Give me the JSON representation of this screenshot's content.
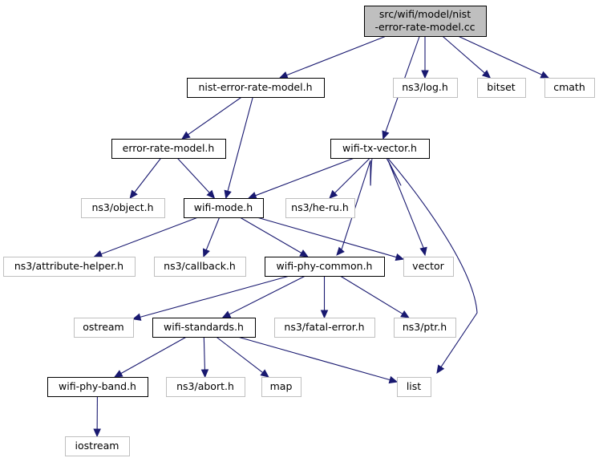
{
  "nodes": {
    "main": {
      "lines": [
        "src/wifi/model/nist",
        "-error-rate-model.cc"
      ],
      "kind": "main"
    },
    "nist_h": {
      "lines": [
        "nist-error-rate-model.h"
      ],
      "kind": "local"
    },
    "log_h": {
      "lines": [
        "ns3/log.h"
      ],
      "kind": "system"
    },
    "bitset": {
      "lines": [
        "bitset"
      ],
      "kind": "system"
    },
    "cmath": {
      "lines": [
        "cmath"
      ],
      "kind": "system"
    },
    "erm_h": {
      "lines": [
        "error-rate-model.h"
      ],
      "kind": "local"
    },
    "wtv_h": {
      "lines": [
        "wifi-tx-vector.h"
      ],
      "kind": "local"
    },
    "object_h": {
      "lines": [
        "ns3/object.h"
      ],
      "kind": "system"
    },
    "mode_h": {
      "lines": [
        "wifi-mode.h"
      ],
      "kind": "local"
    },
    "heru_h": {
      "lines": [
        "ns3/he-ru.h"
      ],
      "kind": "system"
    },
    "attr_h": {
      "lines": [
        "ns3/attribute-helper.h"
      ],
      "kind": "system"
    },
    "callback_h": {
      "lines": [
        "ns3/callback.h"
      ],
      "kind": "system"
    },
    "common_h": {
      "lines": [
        "wifi-phy-common.h"
      ],
      "kind": "local"
    },
    "vector": {
      "lines": [
        "vector"
      ],
      "kind": "system"
    },
    "ostream": {
      "lines": [
        "ostream"
      ],
      "kind": "system"
    },
    "std_h": {
      "lines": [
        "wifi-standards.h"
      ],
      "kind": "local"
    },
    "fatal_h": {
      "lines": [
        "ns3/fatal-error.h"
      ],
      "kind": "system"
    },
    "ptr_h": {
      "lines": [
        "ns3/ptr.h"
      ],
      "kind": "system"
    },
    "band_h": {
      "lines": [
        "wifi-phy-band.h"
      ],
      "kind": "local"
    },
    "abort_h": {
      "lines": [
        "ns3/abort.h"
      ],
      "kind": "system"
    },
    "map": {
      "lines": [
        "map"
      ],
      "kind": "system"
    },
    "list": {
      "lines": [
        "list"
      ],
      "kind": "system"
    },
    "iostream": {
      "lines": [
        "iostream"
      ],
      "kind": "system"
    }
  },
  "edges": [
    [
      "main",
      "nist_h"
    ],
    [
      "main",
      "log_h"
    ],
    [
      "main",
      "bitset"
    ],
    [
      "main",
      "cmath"
    ],
    [
      "main",
      "wtv_h"
    ],
    [
      "nist_h",
      "erm_h"
    ],
    [
      "nist_h",
      "mode_h"
    ],
    [
      "erm_h",
      "object_h"
    ],
    [
      "erm_h",
      "mode_h"
    ],
    [
      "wtv_h",
      "mode_h"
    ],
    [
      "wtv_h",
      "heru_h"
    ],
    [
      "wtv_h",
      "common_h"
    ],
    [
      "wtv_h",
      "vector"
    ],
    [
      "wtv_h",
      "list"
    ],
    [
      "mode_h",
      "attr_h"
    ],
    [
      "mode_h",
      "callback_h"
    ],
    [
      "mode_h",
      "common_h"
    ],
    [
      "mode_h",
      "vector"
    ],
    [
      "common_h",
      "ostream"
    ],
    [
      "common_h",
      "std_h"
    ],
    [
      "common_h",
      "fatal_h"
    ],
    [
      "common_h",
      "ptr_h"
    ],
    [
      "std_h",
      "band_h"
    ],
    [
      "std_h",
      "abort_h"
    ],
    [
      "std_h",
      "map"
    ],
    [
      "std_h",
      "list"
    ],
    [
      "band_h",
      "iostream"
    ]
  ]
}
